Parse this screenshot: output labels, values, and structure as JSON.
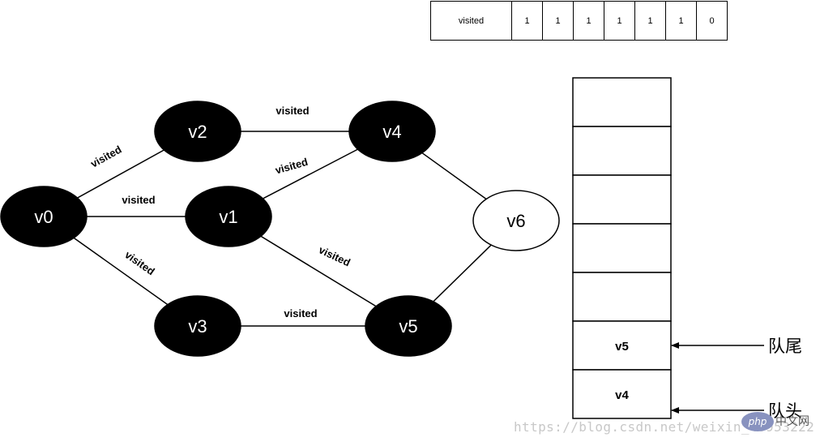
{
  "graph": {
    "nodes": [
      {
        "id": "v0",
        "label": "v0",
        "visited": true
      },
      {
        "id": "v1",
        "label": "v1",
        "visited": true
      },
      {
        "id": "v2",
        "label": "v2",
        "visited": true
      },
      {
        "id": "v3",
        "label": "v3",
        "visited": true
      },
      {
        "id": "v4",
        "label": "v4",
        "visited": true
      },
      {
        "id": "v5",
        "label": "v5",
        "visited": true
      },
      {
        "id": "v6",
        "label": "v6",
        "visited": false
      }
    ],
    "edges": [
      {
        "from": "v0",
        "to": "v2",
        "label": "visited"
      },
      {
        "from": "v0",
        "to": "v1",
        "label": "visited"
      },
      {
        "from": "v0",
        "to": "v3",
        "label": "visited"
      },
      {
        "from": "v2",
        "to": "v4",
        "label": "visited"
      },
      {
        "from": "v1",
        "to": "v4",
        "label": "visited"
      },
      {
        "from": "v1",
        "to": "v5",
        "label": "visited"
      },
      {
        "from": "v3",
        "to": "v5",
        "label": "visited"
      },
      {
        "from": "v4",
        "to": "v6",
        "label": ""
      },
      {
        "from": "v5",
        "to": "v6",
        "label": ""
      }
    ]
  },
  "visited_array": {
    "header": "visited",
    "values": [
      "1",
      "1",
      "1",
      "1",
      "1",
      "1",
      "0"
    ]
  },
  "queue": {
    "cells": [
      "",
      "",
      "",
      "",
      "",
      "v5",
      "v4"
    ],
    "tail_label": "队尾",
    "head_label": "队头"
  },
  "watermark": {
    "url": "https://blog.csdn.net/weixin_40953222",
    "logo": "php",
    "site": "中文网"
  },
  "colors": {
    "visited_fill": "#000000",
    "unvisited_fill": "#ffffff",
    "stroke": "#000000",
    "watermark": "#c8c8c8"
  }
}
